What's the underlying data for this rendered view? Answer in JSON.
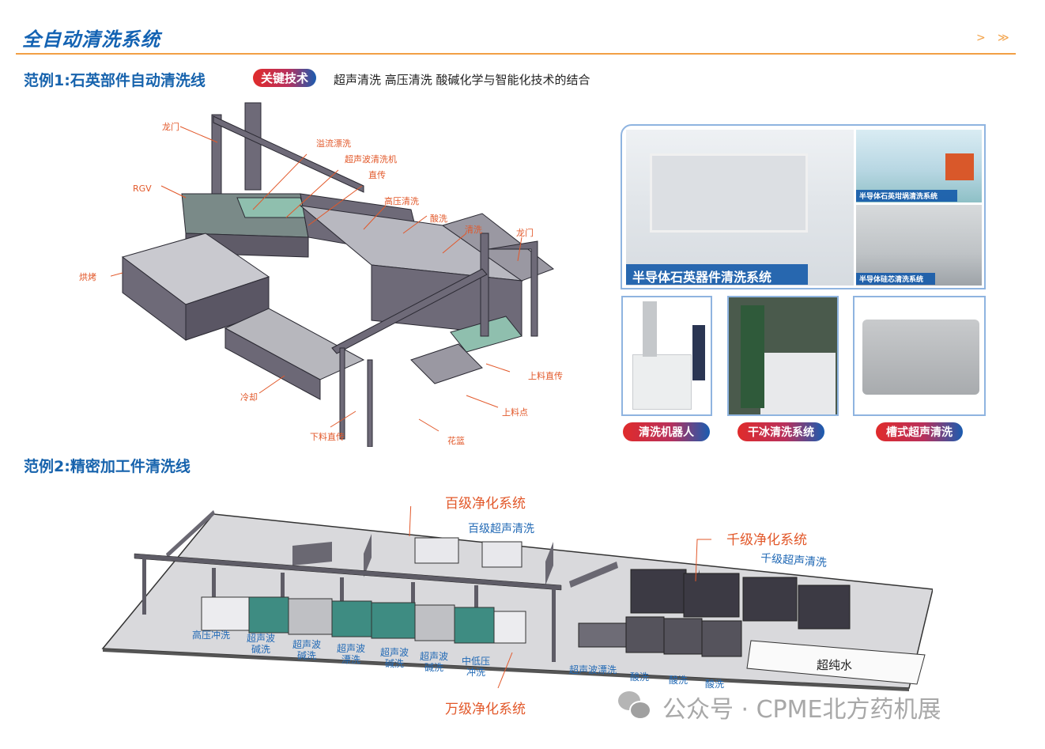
{
  "header": {
    "title": "全自动清洗系统",
    "nav_prev": ">",
    "nav_next": "≫"
  },
  "example1": {
    "title": "范例1:石英部件自动清洗线",
    "key_tech_badge": "关键技术",
    "key_tech_text": "超声清洗 高压清洗  酸碱化学与智能化技术的结合",
    "diagram_labels": {
      "gantry_top": "龙门",
      "rgv": "RGV",
      "overflow_rinse": "溢流漂洗",
      "ultrasonic_washer": "超声波清洗机",
      "straight_conveyor": "直传",
      "high_pressure": "高压清洗",
      "acid_wash": "酸洗",
      "rinse": "清洗",
      "gantry_right": "龙门",
      "baking": "烘烤",
      "loading_conveyor": "上料直传",
      "cooling": "冷却",
      "loading_point": "上料点",
      "unloading_conveyor": "下料直传",
      "basket": "花篮"
    },
    "photos": {
      "main_caption": "半导体石英器件清洗系统",
      "crucible_caption": "半导体石英坩埚清洗系统",
      "wafer_caption": "半导体硅芯清洗系统",
      "robot_caption": "清洗机器人",
      "dry_ice_caption": "干冰清洗系统",
      "tank_caption": "槽式超声清洗"
    }
  },
  "example2": {
    "title": "范例2:精密加工件清洗线",
    "class100_system": "百级净化系统",
    "class100_ultrasonic": "百级超声清洗",
    "class1000_system": "千级净化系统",
    "class1000_ultrasonic": "千级超声清洗",
    "class10000_system": "万级净化系统",
    "ultra_pure_water": "超纯水",
    "stations": [
      {
        "line1": "高压冲洗",
        "line2": ""
      },
      {
        "line1": "超声波",
        "line2": "碱洗"
      },
      {
        "line1": "超声波",
        "line2": "碱洗"
      },
      {
        "line1": "超声波",
        "line2": "漂洗"
      },
      {
        "line1": "超声波",
        "line2": "碱洗"
      },
      {
        "line1": "超声波",
        "line2": "碱洗"
      },
      {
        "line1": "中低压",
        "line2": "冲洗"
      }
    ],
    "stations_right": [
      "超声波漂洗",
      "酸洗",
      "酸洗",
      "酸洗"
    ]
  },
  "watermark": "公众号 · CPME北方药机展"
}
